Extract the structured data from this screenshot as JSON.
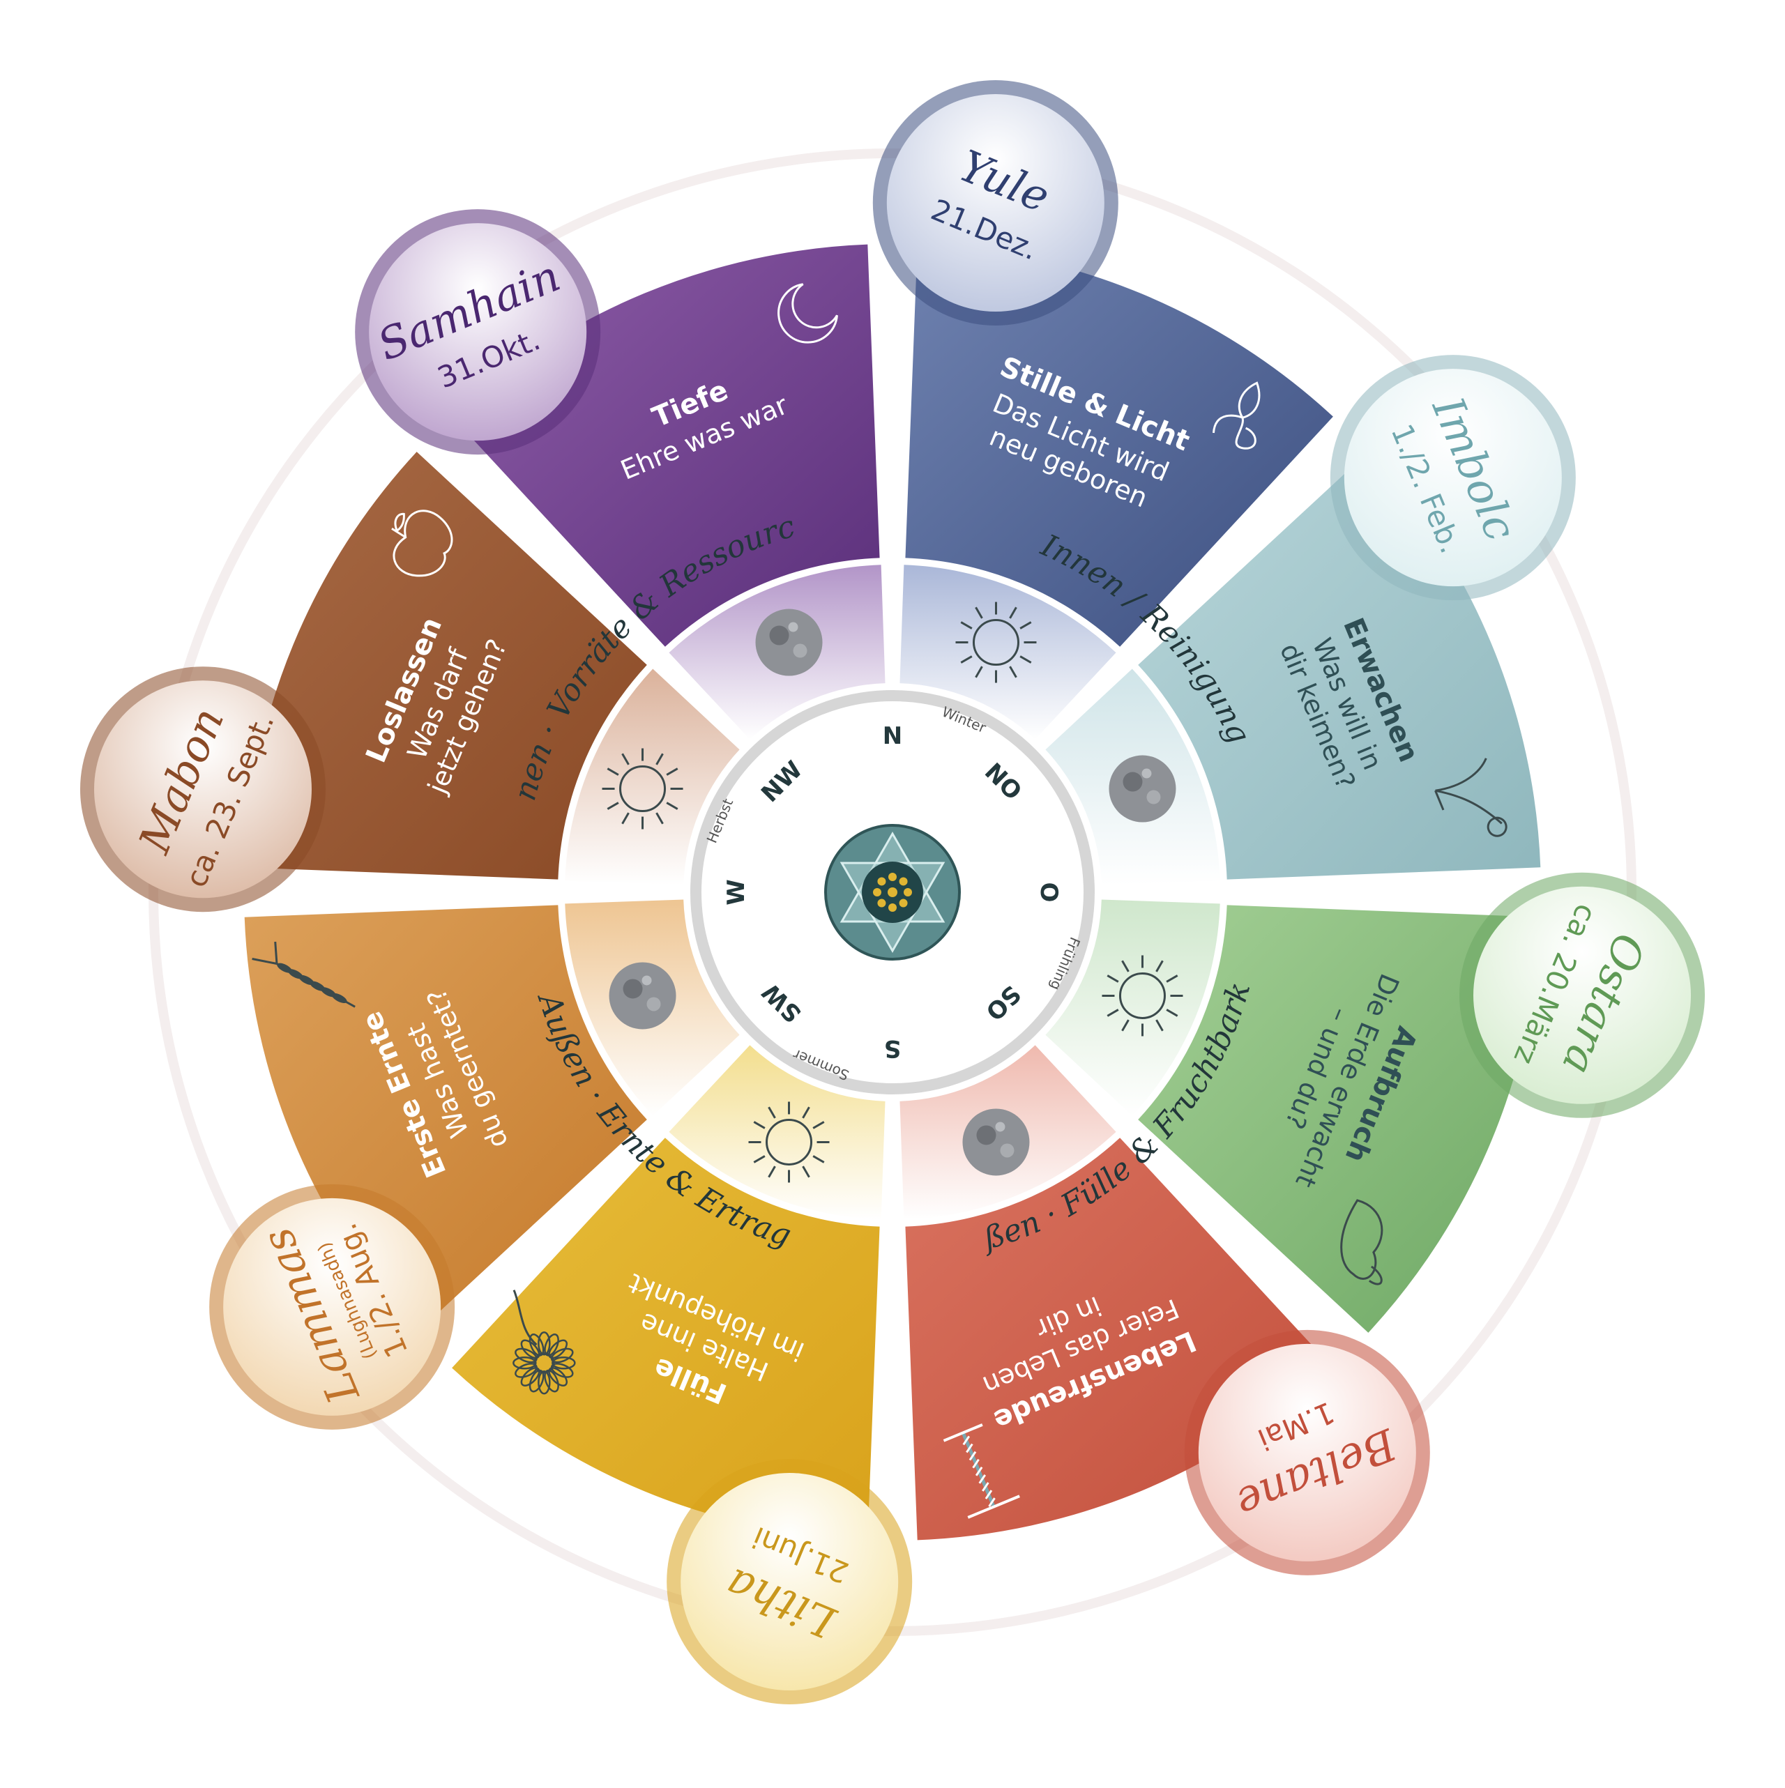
{
  "festivals": [
    {
      "id": "samhain",
      "name": "Samhain",
      "date": "31.Okt.",
      "note": "",
      "title": "Tiefe",
      "subtitle": "Ehre was war",
      "icon": "moon-icon",
      "color": "#8e5da8",
      "dark": "#5a2f7a",
      "disc": "#b79ac9",
      "text": "#4a2770"
    },
    {
      "id": "yule",
      "name": "Yule",
      "date": "21.Dez.",
      "note": "",
      "title": "Stille & Licht",
      "subtitle": "Das Licht wird neu geboren",
      "icon": "candle-icon",
      "color": "#6f82b0",
      "dark": "#3c4f80",
      "disc": "#b7c1dc",
      "text": "#2f3f70"
    },
    {
      "id": "imbolc",
      "name": "Imbolc",
      "date": "1./2. Feb.",
      "note": "",
      "title": "Erwachen",
      "subtitle": "Was will in dir keimen?",
      "icon": "snowdrop-icon",
      "color": "#b8d6da",
      "dark": "#8fb7bd",
      "disc": "#dceef0",
      "text": "#6fa6ad"
    },
    {
      "id": "ostara",
      "name": "Ostara",
      "date": "ca. 20.März",
      "note": "",
      "title": "Aufbruch",
      "subtitle": "Die Erde erwacht – und du?",
      "icon": "hare-icon",
      "color": "#a3cf95",
      "dark": "#6ea864",
      "disc": "#d4ebcc",
      "text": "#5f9a55"
    },
    {
      "id": "beltane",
      "name": "Beltane",
      "date": "1.Mai",
      "note": "",
      "title": "Lebensfreude",
      "subtitle": "Feier das Leben in dir",
      "icon": "maypole-icon",
      "color": "#d9725f",
      "dark": "#c24f3b",
      "disc": "#f2c3ba",
      "text": "#c24f3b"
    },
    {
      "id": "litha",
      "name": "Litha",
      "date": "21.Juni",
      "note": "",
      "title": "Fülle",
      "subtitle": "Halte inne im Höhepunkt",
      "icon": "sunflower-icon",
      "color": "#e7bd3a",
      "dark": "#d9a21b",
      "disc": "#f6e3a0",
      "text": "#c9971c"
    },
    {
      "id": "lammas",
      "name": "Lammas",
      "date": "1./2. Aug.",
      "note": "(Lughnasadh)",
      "title": "Erste Ernte",
      "subtitle": "Was hast du geerntet?",
      "icon": "wheat-icon",
      "color": "#dca05a",
      "dark": "#c57a2b",
      "disc": "#f1d3a8",
      "text": "#c1732a"
    },
    {
      "id": "mabon",
      "name": "Mabon",
      "date": "ca. 23. Sept.",
      "note": "",
      "title": "Loslassen",
      "subtitle": "Was darf jetzt gehen?",
      "icon": "apple-icon",
      "color": "#a86a45",
      "dark": "#8a4a26",
      "disc": "#d9b39c",
      "text": "#8a4a26"
    }
  ],
  "mid_ring": [
    {
      "icon": "full-moon-icon",
      "color": "#b295c8"
    },
    {
      "icon": "sun-icon",
      "color": "#aab7d8"
    },
    {
      "icon": "full-moon-icon",
      "color": "#cfe4e8"
    },
    {
      "icon": "sun-icon",
      "color": "#cfe7cc"
    },
    {
      "icon": "full-moon-icon",
      "color": "#efb9ae"
    },
    {
      "icon": "sun-icon",
      "color": "#f3de8e"
    },
    {
      "icon": "full-moon-icon",
      "color": "#eec592"
    },
    {
      "icon": "sun-icon",
      "color": "#dbb29b"
    }
  ],
  "phrases": [
    {
      "text": "Innen · Vorräte & Ressourcen"
    },
    {
      "text": "Innen / Reinigung"
    },
    {
      "text": "Außen · Fülle & Fruchtbarkeit"
    },
    {
      "text": "Außen · Ernte & Ertrag"
    }
  ],
  "compass": [
    "N",
    "NO",
    "O",
    "SO",
    "S",
    "SW",
    "W",
    "NW"
  ],
  "seasons": [
    "Winter",
    "Frühling",
    "Sommer",
    "Herbst"
  ],
  "center_icon": "flower-of-life-emblem-icon"
}
